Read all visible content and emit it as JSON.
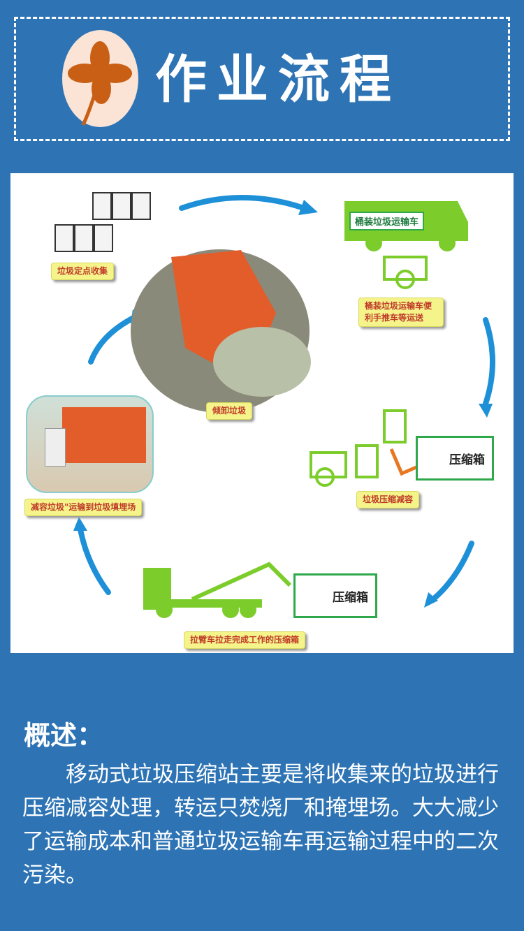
{
  "header": {
    "title": "作业流程",
    "icon": "four-leaf-clover-icon"
  },
  "diagram": {
    "steps": [
      {
        "label": "垃圾定点收集"
      },
      {
        "label": "桶装垃圾运输车"
      },
      {
        "label": "桶装垃圾运输车便利手推车等运送"
      },
      {
        "label": "倾卸垃圾"
      },
      {
        "label": "垃圾压缩减容"
      },
      {
        "label": "拉臂车拉走完成工作的压缩箱"
      },
      {
        "label": "减容垃圾\"运输到垃圾填埋场"
      }
    ],
    "compress_box_label": "压缩箱"
  },
  "summary": {
    "heading": "概述：",
    "text": "移动式垃圾压缩站主要是将收集来的垃圾进行压缩减容处理，转运只焚烧厂和掩埋场。大大减少了运输成本和普通垃圾运输车再运输过程中的二次污染。"
  }
}
